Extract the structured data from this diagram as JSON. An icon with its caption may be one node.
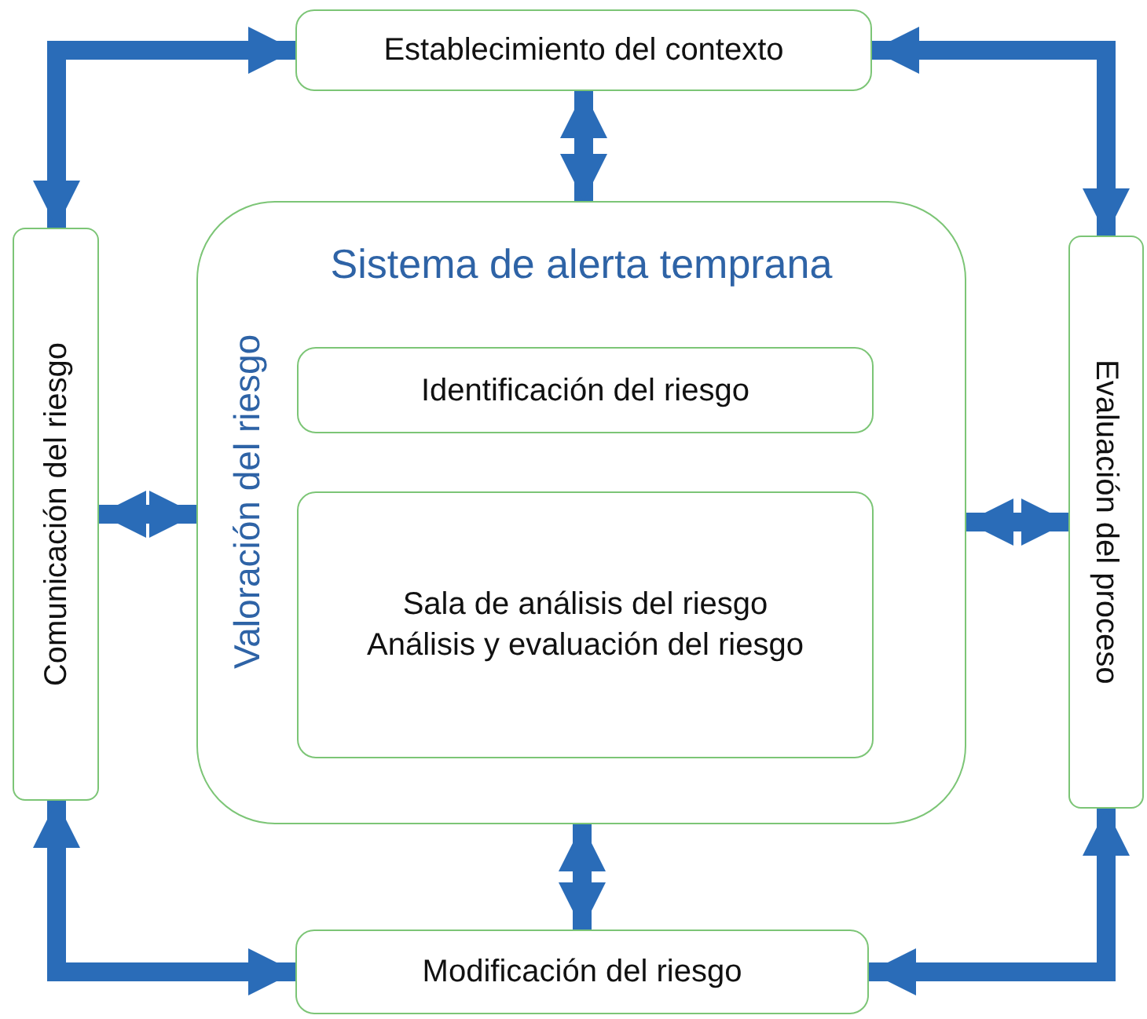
{
  "diagram": {
    "nodes": [
      {
        "text": [
          "Establecimiento del contexto"
        ]
      },
      {
        "text": [
          "Sistema de alerta temprana",
          "Valoración del riesgo"
        ]
      },
      {
        "text": [
          "Identificación del riesgo"
        ],
        "in": 1
      },
      {
        "text": [
          "Sala de análisis del riesgo",
          "Análisis y evaluación del riesgo"
        ],
        "in": 1
      },
      {
        "text": [
          "Comunicación del riesgo"
        ]
      },
      {
        "text": [
          "Evaluación del proceso"
        ]
      },
      {
        "text": [
          "Modificación del riesgo"
        ]
      }
    ],
    "edges": [
      {
        "from": 0,
        "to": 1,
        "arrow": "both"
      },
      {
        "from": 4,
        "to": 1,
        "arrow": "both"
      },
      {
        "from": 1,
        "to": 5,
        "arrow": "both"
      },
      {
        "from": 1,
        "to": 6,
        "arrow": "both"
      },
      {
        "from": 4,
        "to": 0,
        "arrow": "both"
      },
      {
        "from": 0,
        "to": 5,
        "arrow": "both"
      },
      {
        "from": 5,
        "to": 6,
        "arrow": "both"
      },
      {
        "from": 6,
        "to": 4,
        "arrow": "both"
      }
    ]
  }
}
